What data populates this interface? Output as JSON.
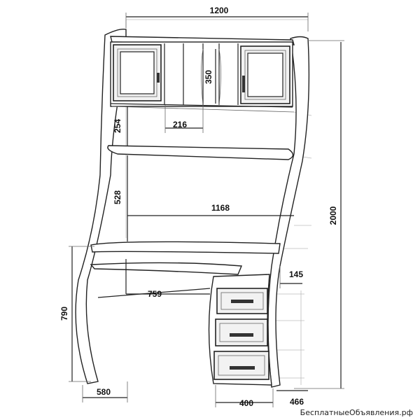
{
  "diagram": {
    "dimensions": {
      "total_width": "1200",
      "total_height": "2000",
      "top_compartment_height": "350",
      "top_compartment_width": "216",
      "upper_shelf_gap": "254",
      "middle_gap": "528",
      "desk_inner_width": "1168",
      "desk_height": "790",
      "keyboard_width": "759",
      "drawer_height": "145",
      "base_depth_left": "580",
      "drawer_unit_width": "400",
      "base_depth_right": "466"
    },
    "watermark": "БесплатныеОбъявления.рф"
  },
  "colors": {
    "ink": "#222222",
    "background": "#ffffff",
    "door_fill": "#f2f2f2"
  }
}
